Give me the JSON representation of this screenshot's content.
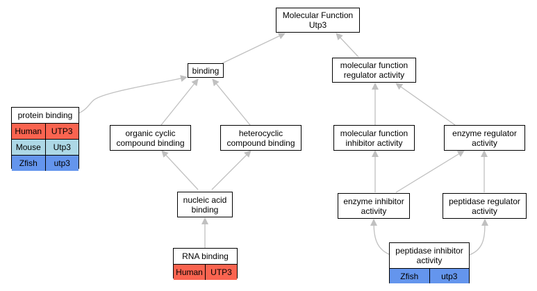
{
  "colors": {
    "human": "#fa6450",
    "mouse": "#add8e6",
    "zfish": "#6495ed",
    "edge": "#c0c0c0"
  },
  "nodes": {
    "mf_utp3": "Molecular Function\nUtp3",
    "binding": "binding",
    "mf_regulator": "molecular function\nregulator activity",
    "organic_cyclic": "organic cyclic\ncompound binding",
    "heterocyclic": "heterocyclic\ncompound binding",
    "mf_inhibitor": "molecular function\ninhibitor activity",
    "enzyme_regulator": "enzyme regulator\nactivity",
    "nucleic_acid": "nucleic acid\nbinding",
    "enzyme_inhibitor": "enzyme inhibitor\nactivity",
    "peptidase_regulator": "peptidase regulator\nactivity"
  },
  "cards": {
    "protein_binding": {
      "title": "protein binding",
      "rows": [
        {
          "species": "Human",
          "gene": "UTP3",
          "color": "#fa6450"
        },
        {
          "species": "Mouse",
          "gene": "Utp3",
          "color": "#add8e6"
        },
        {
          "species": "Zfish",
          "gene": "utp3",
          "color": "#6495ed"
        }
      ]
    },
    "rna_binding": {
      "title": "RNA binding",
      "rows": [
        {
          "species": "Human",
          "gene": "UTP3",
          "color": "#fa6450"
        }
      ]
    },
    "peptidase_inhibitor": {
      "title": "peptidase inhibitor\nactivity",
      "rows": [
        {
          "species": "Zfish",
          "gene": "utp3",
          "color": "#6495ed"
        }
      ]
    }
  }
}
